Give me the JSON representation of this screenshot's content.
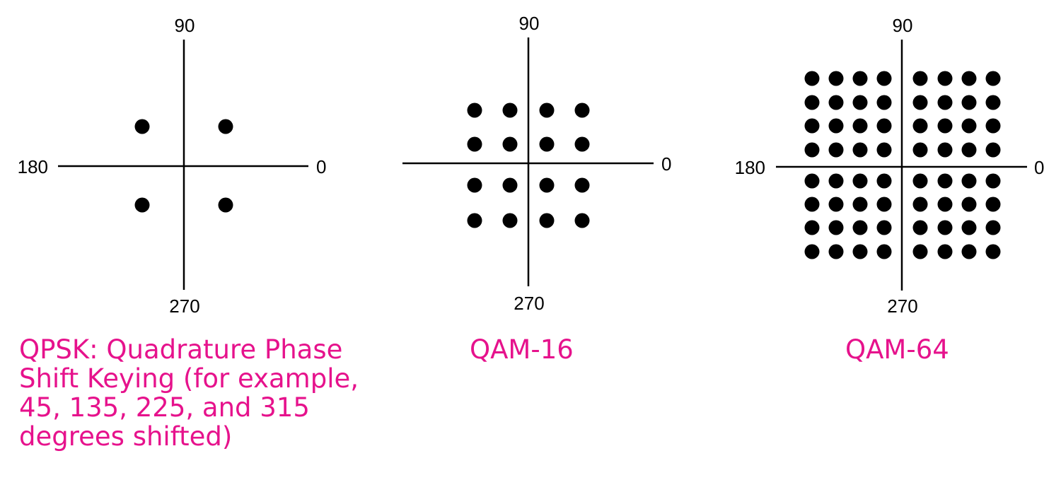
{
  "colors": {
    "caption": "#e6128c",
    "axes": "#000000",
    "dots": "#000000"
  },
  "diagrams": [
    {
      "name": "qpsk",
      "axis_labels": {
        "top": "90",
        "left": "180",
        "right": "0",
        "bottom": "270"
      },
      "caption_lines": [
        "QPSK: Quadrature Phase",
        "Shift Keying (for example,",
        "45, 135, 225, and 315",
        "degrees shifted)"
      ],
      "grid_per_quadrant": 1,
      "point_count": 4
    },
    {
      "name": "qam16",
      "axis_labels": {
        "top": "90",
        "left": "",
        "right": "0",
        "bottom": "270"
      },
      "caption_lines": [
        "QAM-16"
      ],
      "grid_per_quadrant": 2,
      "point_count": 16
    },
    {
      "name": "qam64",
      "axis_labels": {
        "top": "90",
        "left": "180",
        "right": "0",
        "bottom": "270"
      },
      "caption_lines": [
        "QAM-64"
      ],
      "grid_per_quadrant": 4,
      "point_count": 64
    }
  ]
}
